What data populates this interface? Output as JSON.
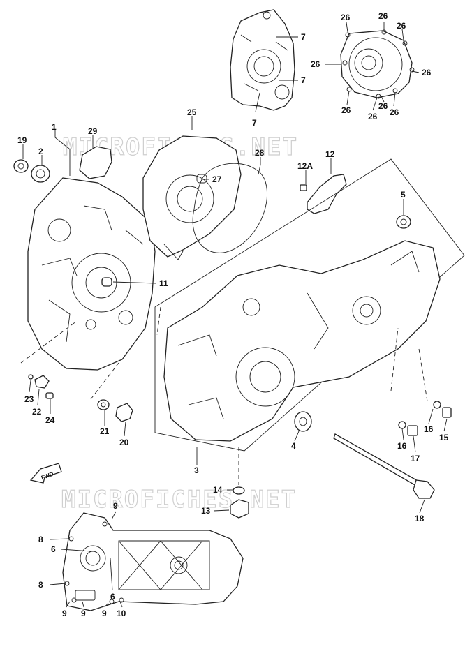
{
  "watermark": "MICROFICHES.NET",
  "direction_marker": "FWD",
  "callouts": [
    {
      "id": "c1",
      "text": "1"
    },
    {
      "id": "c2",
      "text": "2"
    },
    {
      "id": "c19",
      "text": "19"
    },
    {
      "id": "c29",
      "text": "29"
    },
    {
      "id": "c25",
      "text": "25"
    },
    {
      "id": "c27",
      "text": "27"
    },
    {
      "id": "c28",
      "text": "28"
    },
    {
      "id": "c12",
      "text": "12"
    },
    {
      "id": "c12a",
      "text": "12A"
    },
    {
      "id": "c5",
      "text": "5"
    },
    {
      "id": "c11",
      "text": "11"
    },
    {
      "id": "c23",
      "text": "23"
    },
    {
      "id": "c22",
      "text": "22"
    },
    {
      "id": "c24",
      "text": "24"
    },
    {
      "id": "c21",
      "text": "21"
    },
    {
      "id": "c20",
      "text": "20"
    },
    {
      "id": "c4",
      "text": "4"
    },
    {
      "id": "c3",
      "text": "3"
    },
    {
      "id": "c16a",
      "text": "16"
    },
    {
      "id": "c16b",
      "text": "16"
    },
    {
      "id": "c15",
      "text": "15"
    },
    {
      "id": "c17",
      "text": "17"
    },
    {
      "id": "c14",
      "text": "14"
    },
    {
      "id": "c13",
      "text": "13"
    },
    {
      "id": "c18",
      "text": "18"
    },
    {
      "id": "c7a",
      "text": "7"
    },
    {
      "id": "c7b",
      "text": "7"
    },
    {
      "id": "c7c",
      "text": "7"
    },
    {
      "id": "c26a",
      "text": "26"
    },
    {
      "id": "c26b",
      "text": "26"
    },
    {
      "id": "c26c",
      "text": "26"
    },
    {
      "id": "c26d",
      "text": "26"
    },
    {
      "id": "c26e",
      "text": "26"
    },
    {
      "id": "c26f",
      "text": "26"
    },
    {
      "id": "c26g",
      "text": "26"
    },
    {
      "id": "c26h",
      "text": "26"
    },
    {
      "id": "c26i",
      "text": "26"
    },
    {
      "id": "c9a",
      "text": "9"
    },
    {
      "id": "c8a",
      "text": "8"
    },
    {
      "id": "c6a",
      "text": "6"
    },
    {
      "id": "c8b",
      "text": "8"
    },
    {
      "id": "c9b",
      "text": "9"
    },
    {
      "id": "c9c",
      "text": "9"
    },
    {
      "id": "c9d",
      "text": "9"
    },
    {
      "id": "c6b",
      "text": "6"
    },
    {
      "id": "c10",
      "text": "10"
    }
  ]
}
